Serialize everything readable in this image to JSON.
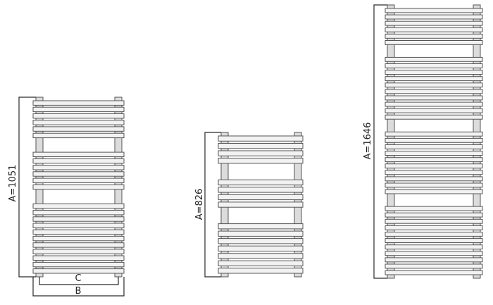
{
  "diagram": {
    "radiators": [
      {
        "id": "r1",
        "height_label": "A=1051",
        "width_label": "B",
        "spacing_label": "C",
        "bar_groups": [
          6,
          6,
          11
        ]
      },
      {
        "id": "r2",
        "height_label": "A=826",
        "bar_groups": [
          4,
          4,
          7
        ]
      },
      {
        "id": "r3",
        "height_label": "A=1646",
        "bar_groups": [
          6,
          10,
          10,
          11
        ]
      }
    ],
    "colors": {
      "line": "#2a2a2a",
      "bar_fill": "#f2f2f2",
      "bar_stroke": "#555555",
      "post_fill": "#dcdcdc"
    }
  }
}
